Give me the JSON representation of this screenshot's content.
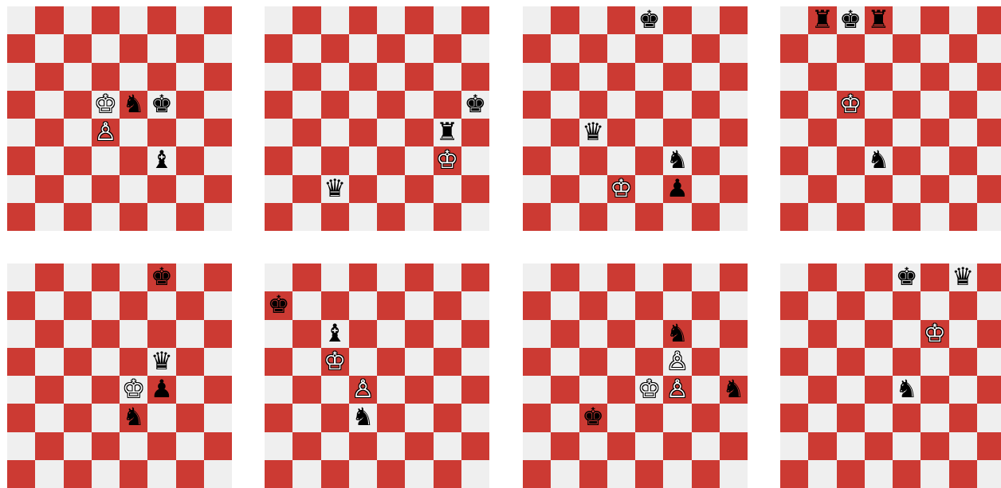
{
  "colors": {
    "light_square": "#efefef",
    "dark_square": "#cc3a33"
  },
  "glyphs": {
    "wK": "♔",
    "wQ": "♕",
    "wR": "♖",
    "wB": "♗",
    "wN": "♘",
    "wP": "♙",
    "bK": "♚",
    "bQ": "♛",
    "bR": "♜",
    "bB": "♝",
    "bN": "♞",
    "bP": "♟"
  },
  "boards": [
    {
      "pieces": [
        {
          "square": "d5",
          "piece": "wK"
        },
        {
          "square": "e5",
          "piece": "bN"
        },
        {
          "square": "f5",
          "piece": "bK"
        },
        {
          "square": "d4",
          "piece": "wP"
        },
        {
          "square": "f3",
          "piece": "bB"
        }
      ]
    },
    {
      "pieces": [
        {
          "square": "h5",
          "piece": "bK"
        },
        {
          "square": "g4",
          "piece": "bR"
        },
        {
          "square": "g3",
          "piece": "wK"
        },
        {
          "square": "c2",
          "piece": "bQ"
        }
      ]
    },
    {
      "pieces": [
        {
          "square": "e8",
          "piece": "bK"
        },
        {
          "square": "c4",
          "piece": "bQ"
        },
        {
          "square": "f3",
          "piece": "bN"
        },
        {
          "square": "d2",
          "piece": "wK"
        },
        {
          "square": "f2",
          "piece": "bP"
        }
      ]
    },
    {
      "pieces": [
        {
          "square": "b8",
          "piece": "bR"
        },
        {
          "square": "c8",
          "piece": "bK"
        },
        {
          "square": "d8",
          "piece": "bR"
        },
        {
          "square": "c5",
          "piece": "wK"
        },
        {
          "square": "d3",
          "piece": "bN"
        }
      ]
    },
    {
      "pieces": [
        {
          "square": "f8",
          "piece": "bK"
        },
        {
          "square": "f5",
          "piece": "bQ"
        },
        {
          "square": "e4",
          "piece": "wK"
        },
        {
          "square": "f4",
          "piece": "bP"
        },
        {
          "square": "e3",
          "piece": "bN"
        }
      ]
    },
    {
      "pieces": [
        {
          "square": "a7",
          "piece": "bK"
        },
        {
          "square": "c6",
          "piece": "bB"
        },
        {
          "square": "c5",
          "piece": "wK"
        },
        {
          "square": "d4",
          "piece": "wP"
        },
        {
          "square": "d3",
          "piece": "bN"
        }
      ]
    },
    {
      "pieces": [
        {
          "square": "f6",
          "piece": "bN"
        },
        {
          "square": "f5",
          "piece": "wP"
        },
        {
          "square": "e4",
          "piece": "wK"
        },
        {
          "square": "f4",
          "piece": "wP"
        },
        {
          "square": "h4",
          "piece": "bN"
        },
        {
          "square": "c3",
          "piece": "bK"
        }
      ]
    },
    {
      "pieces": [
        {
          "square": "e8",
          "piece": "bK"
        },
        {
          "square": "g8",
          "piece": "bQ"
        },
        {
          "square": "f6",
          "piece": "wK"
        },
        {
          "square": "e4",
          "piece": "bN"
        }
      ]
    }
  ]
}
